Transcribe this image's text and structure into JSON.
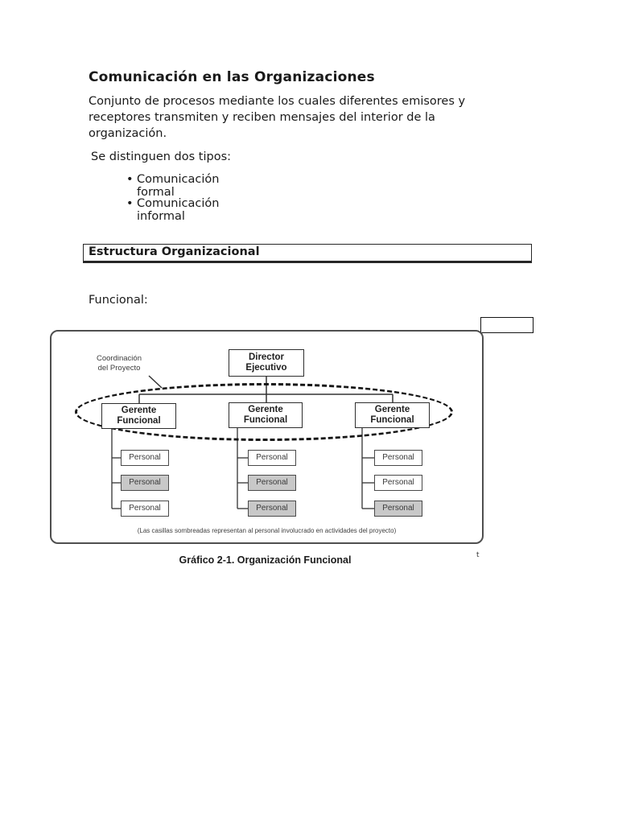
{
  "page": {
    "title": "Comunicación en las Organizaciones",
    "paragraph_lines": [
      "Conjunto de procesos mediante los cuales diferentes emisores y",
      "receptores transmiten y reciben mensajes del interior de la",
      "organización."
    ],
    "subheading": "Se distinguen dos tipos:",
    "bullets": [
      {
        "marker": "•",
        "label": "Comunicación formal"
      },
      {
        "marker": "•",
        "label": "Comunicación informal"
      }
    ],
    "section_title": "Estructura Organizacional",
    "functional_label": "Funcional:",
    "caption": "Gráfico 2-1. Organización Funcional",
    "stray_mark": "t"
  },
  "diagram": {
    "coordination_label": {
      "line1": "Coordinación",
      "line2": "del Proyecto"
    },
    "director": {
      "line1": "Director",
      "line2": "Ejecutivo"
    },
    "managers": [
      {
        "line1": "Gerente",
        "line2": "Funcional"
      },
      {
        "line1": "Gerente",
        "line2": "Funcional"
      },
      {
        "line1": "Gerente",
        "line2": "Funcional"
      }
    ],
    "columns": [
      {
        "staff": [
          {
            "label": "Personal",
            "shaded": false
          },
          {
            "label": "Personal",
            "shaded": true
          },
          {
            "label": "Personal",
            "shaded": false
          }
        ]
      },
      {
        "staff": [
          {
            "label": "Personal",
            "shaded": false
          },
          {
            "label": "Personal",
            "shaded": true
          },
          {
            "label": "Personal",
            "shaded": true
          }
        ]
      },
      {
        "staff": [
          {
            "label": "Personal",
            "shaded": false
          },
          {
            "label": "Personal",
            "shaded": false
          },
          {
            "label": "Personal",
            "shaded": true
          }
        ]
      }
    ],
    "note": "(Las casillas sombreadas representan al personal involucrado en actividades del proyecto)",
    "colors": {
      "shaded_box": "#c8c8c8",
      "line": "#333333",
      "figure_border": "#4f4f4f"
    }
  }
}
